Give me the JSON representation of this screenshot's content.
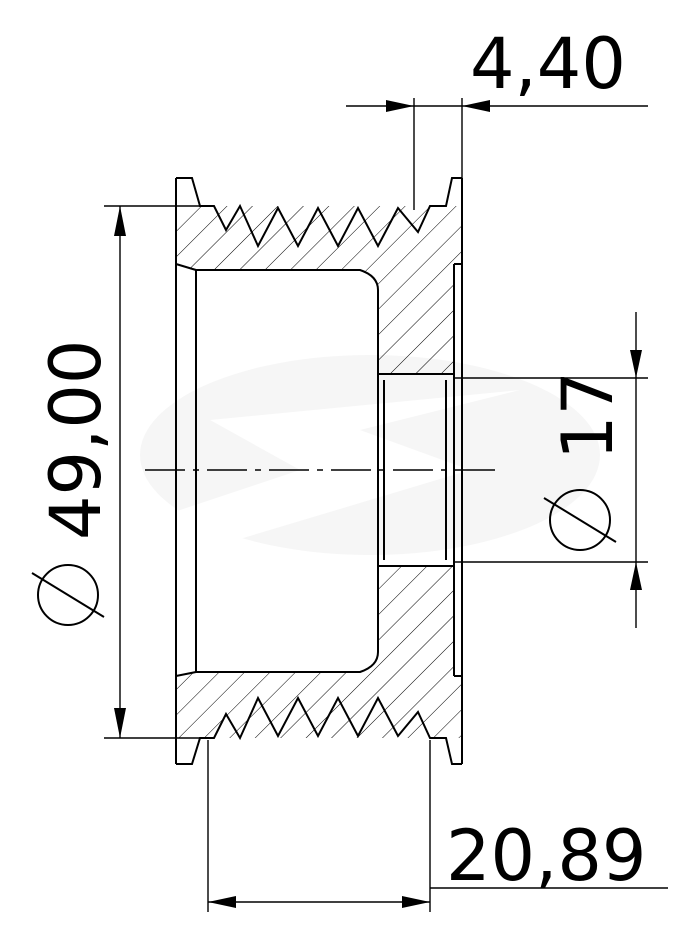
{
  "part": "pulley",
  "dimensions": {
    "outer_diameter": "49,00",
    "bore_diameter": "17",
    "width": "20,89",
    "flange_offset": "4,40"
  },
  "symbols": {
    "diameter": "diameter-symbol"
  },
  "colors": {
    "line": "#000000",
    "background": "#ffffff",
    "watermark": "#e6e6e6"
  }
}
